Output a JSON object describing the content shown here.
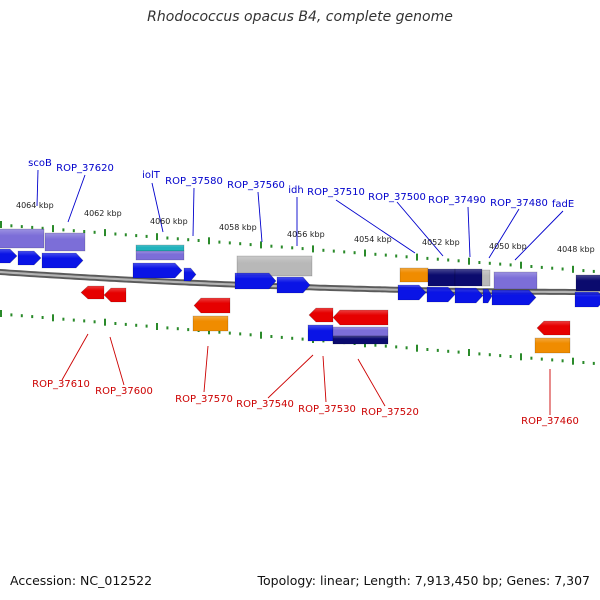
{
  "title": "Rhodococcus opacus B4, complete genome",
  "footer": {
    "accession_label": "Accession:",
    "accession": "NC_012522",
    "topology_label": "Topology:",
    "topology": "linear",
    "length_label": "Length:",
    "length": "7,913,450 bp",
    "genes_label": "Genes:",
    "genes": "7,307"
  },
  "colors": {
    "forward_label": "#0000cc",
    "reverse_label": "#cc0000",
    "gene_blue": "#0a14e6",
    "gene_red": "#e60000",
    "gene_orange": "#f08c00",
    "gene_purple": "#7c6ed8",
    "gene_navy": "#0b0b6e",
    "gene_grey": "#b8b8b8",
    "gene_teal": "#22b3bd",
    "tick_green": "#2a8a2a",
    "backbone": "#808080"
  },
  "scale_labels": [
    "4064 kbp",
    "4062 kbp",
    "4060 kbp",
    "4058 kbp",
    "4056 kbp",
    "4054 kbp",
    "4052 kbp",
    "4050 kbp",
    "4048 kbp"
  ],
  "top_gene_labels": [
    "scoB",
    "ROP_37620",
    "iolT",
    "ROP_37580",
    "ROP_37560",
    "idh",
    "ROP_37510",
    "ROP_37500",
    "ROP_37490",
    "ROP_37480",
    "fadE"
  ],
  "bottom_gene_labels": [
    "ROP_37610",
    "ROP_37600",
    "ROP_37570",
    "ROP_37540",
    "ROP_37530",
    "ROP_37520",
    "ROP_37460"
  ]
}
